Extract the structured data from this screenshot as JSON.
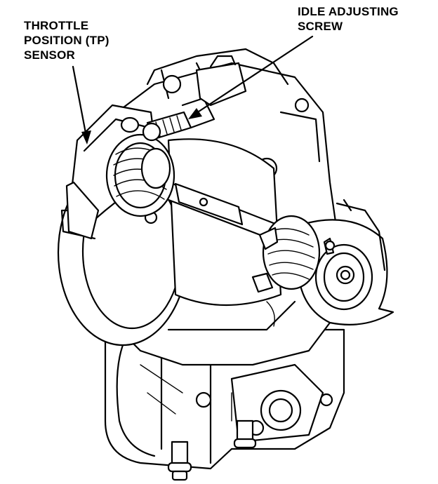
{
  "labels": {
    "tp_sensor": [
      "THROTTLE",
      "POSITION (TP)",
      "SENSOR"
    ],
    "idle_screw": [
      "IDLE ADJUSTING",
      "SCREW"
    ]
  },
  "colors": {
    "ink": "#000000",
    "paper": "#ffffff"
  }
}
